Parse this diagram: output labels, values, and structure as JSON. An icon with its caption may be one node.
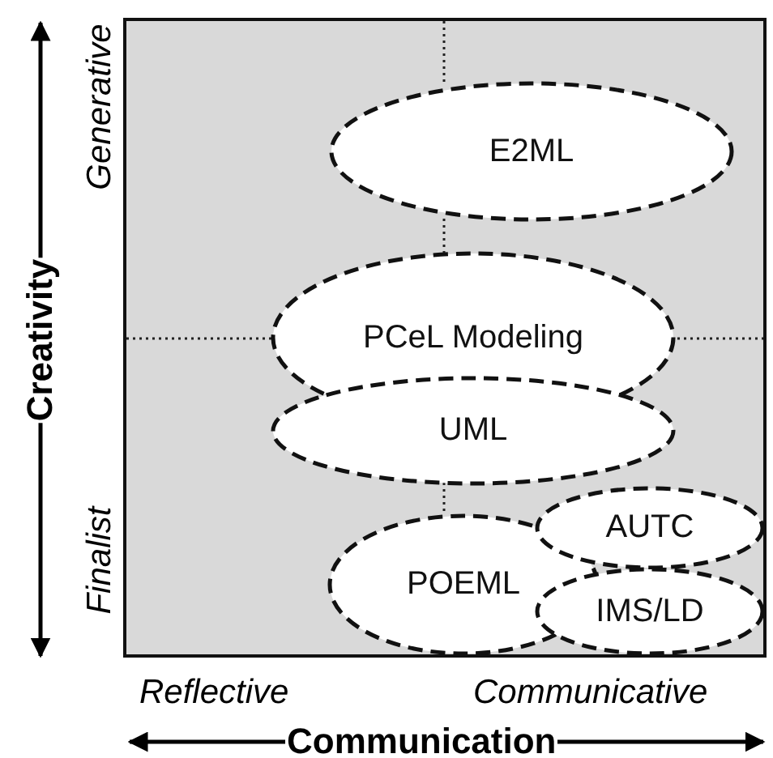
{
  "diagram": {
    "nodes": [
      {
        "text": [
          "E2ML"
        ]
      },
      {
        "text": [
          "PCeL Modeling"
        ]
      },
      {
        "text": [
          "UML"
        ]
      },
      {
        "text": [
          "POEML"
        ]
      },
      {
        "text": [
          "AUTC"
        ]
      },
      {
        "text": [
          "IMS/LD"
        ]
      }
    ],
    "labels": [
      "Generative",
      "Creativity",
      "Finalist",
      "Reflective",
      "Communicative",
      "Communication"
    ]
  }
}
